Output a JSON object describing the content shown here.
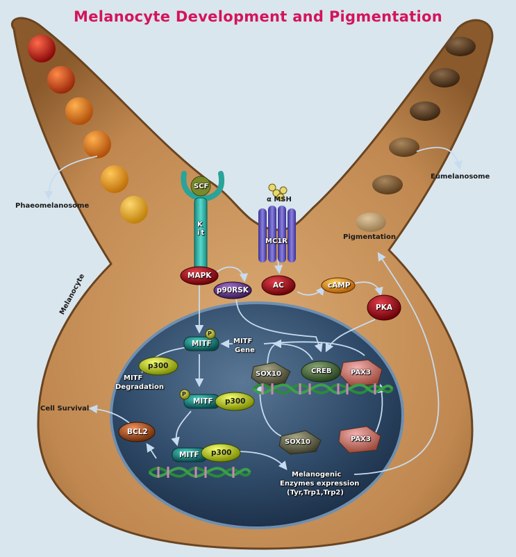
{
  "title": "Melanocyte Development and Pigmentation",
  "labels": {
    "phaeomelanosome": "Phaeomelanosome",
    "eumelanosome": "Eumelanosome",
    "melanocyte": "Melanocyte",
    "pigmentation": "Pigmentation",
    "scf": "SCF",
    "kit": "Kit",
    "alpha_msh": "α MSH",
    "mc1r": "MC1R",
    "mapk": "MAPK",
    "p90rsk": "p90RSK",
    "ac": "AC",
    "camp": "cAMP",
    "pka": "PKA",
    "p": "P",
    "mitf": "MITF",
    "mitf_gene_line1": "MITF",
    "mitf_gene_line2": "Gene",
    "p300": "p300",
    "mitf_degradation_line1": "MITF",
    "mitf_degradation_line2": "Degradation",
    "sox10": "SOX10",
    "creb": "CREB",
    "pax3": "PAX3",
    "cell_survival": "Cell Survival",
    "bcl2": "BCL2",
    "melanogenic_line1": "Melanogenic",
    "melanogenic_line2": "Enzymes expression",
    "melanogenic_line3": "(Tyr,Trp1,Trp2)"
  },
  "colors": {
    "title": "#d4145a",
    "background": "#d9e6ee",
    "cell_body": "#c9975f",
    "nucleus": "#34506e",
    "mapk": "#9e0f18",
    "ac": "#c1121f",
    "pka": "#b5121b",
    "camp": "#e39a16",
    "p90rsk": "#6d3c8e",
    "mitf": "#1f8f8a",
    "p300": "#c7cf1e",
    "sox10": "#7a7a5a",
    "creb": "#55754a",
    "pax3": "#d98a8a",
    "bcl2": "#c0582a",
    "receptor_kit": "#2aa39a",
    "receptor_mc1r": "#5a4fb0"
  }
}
